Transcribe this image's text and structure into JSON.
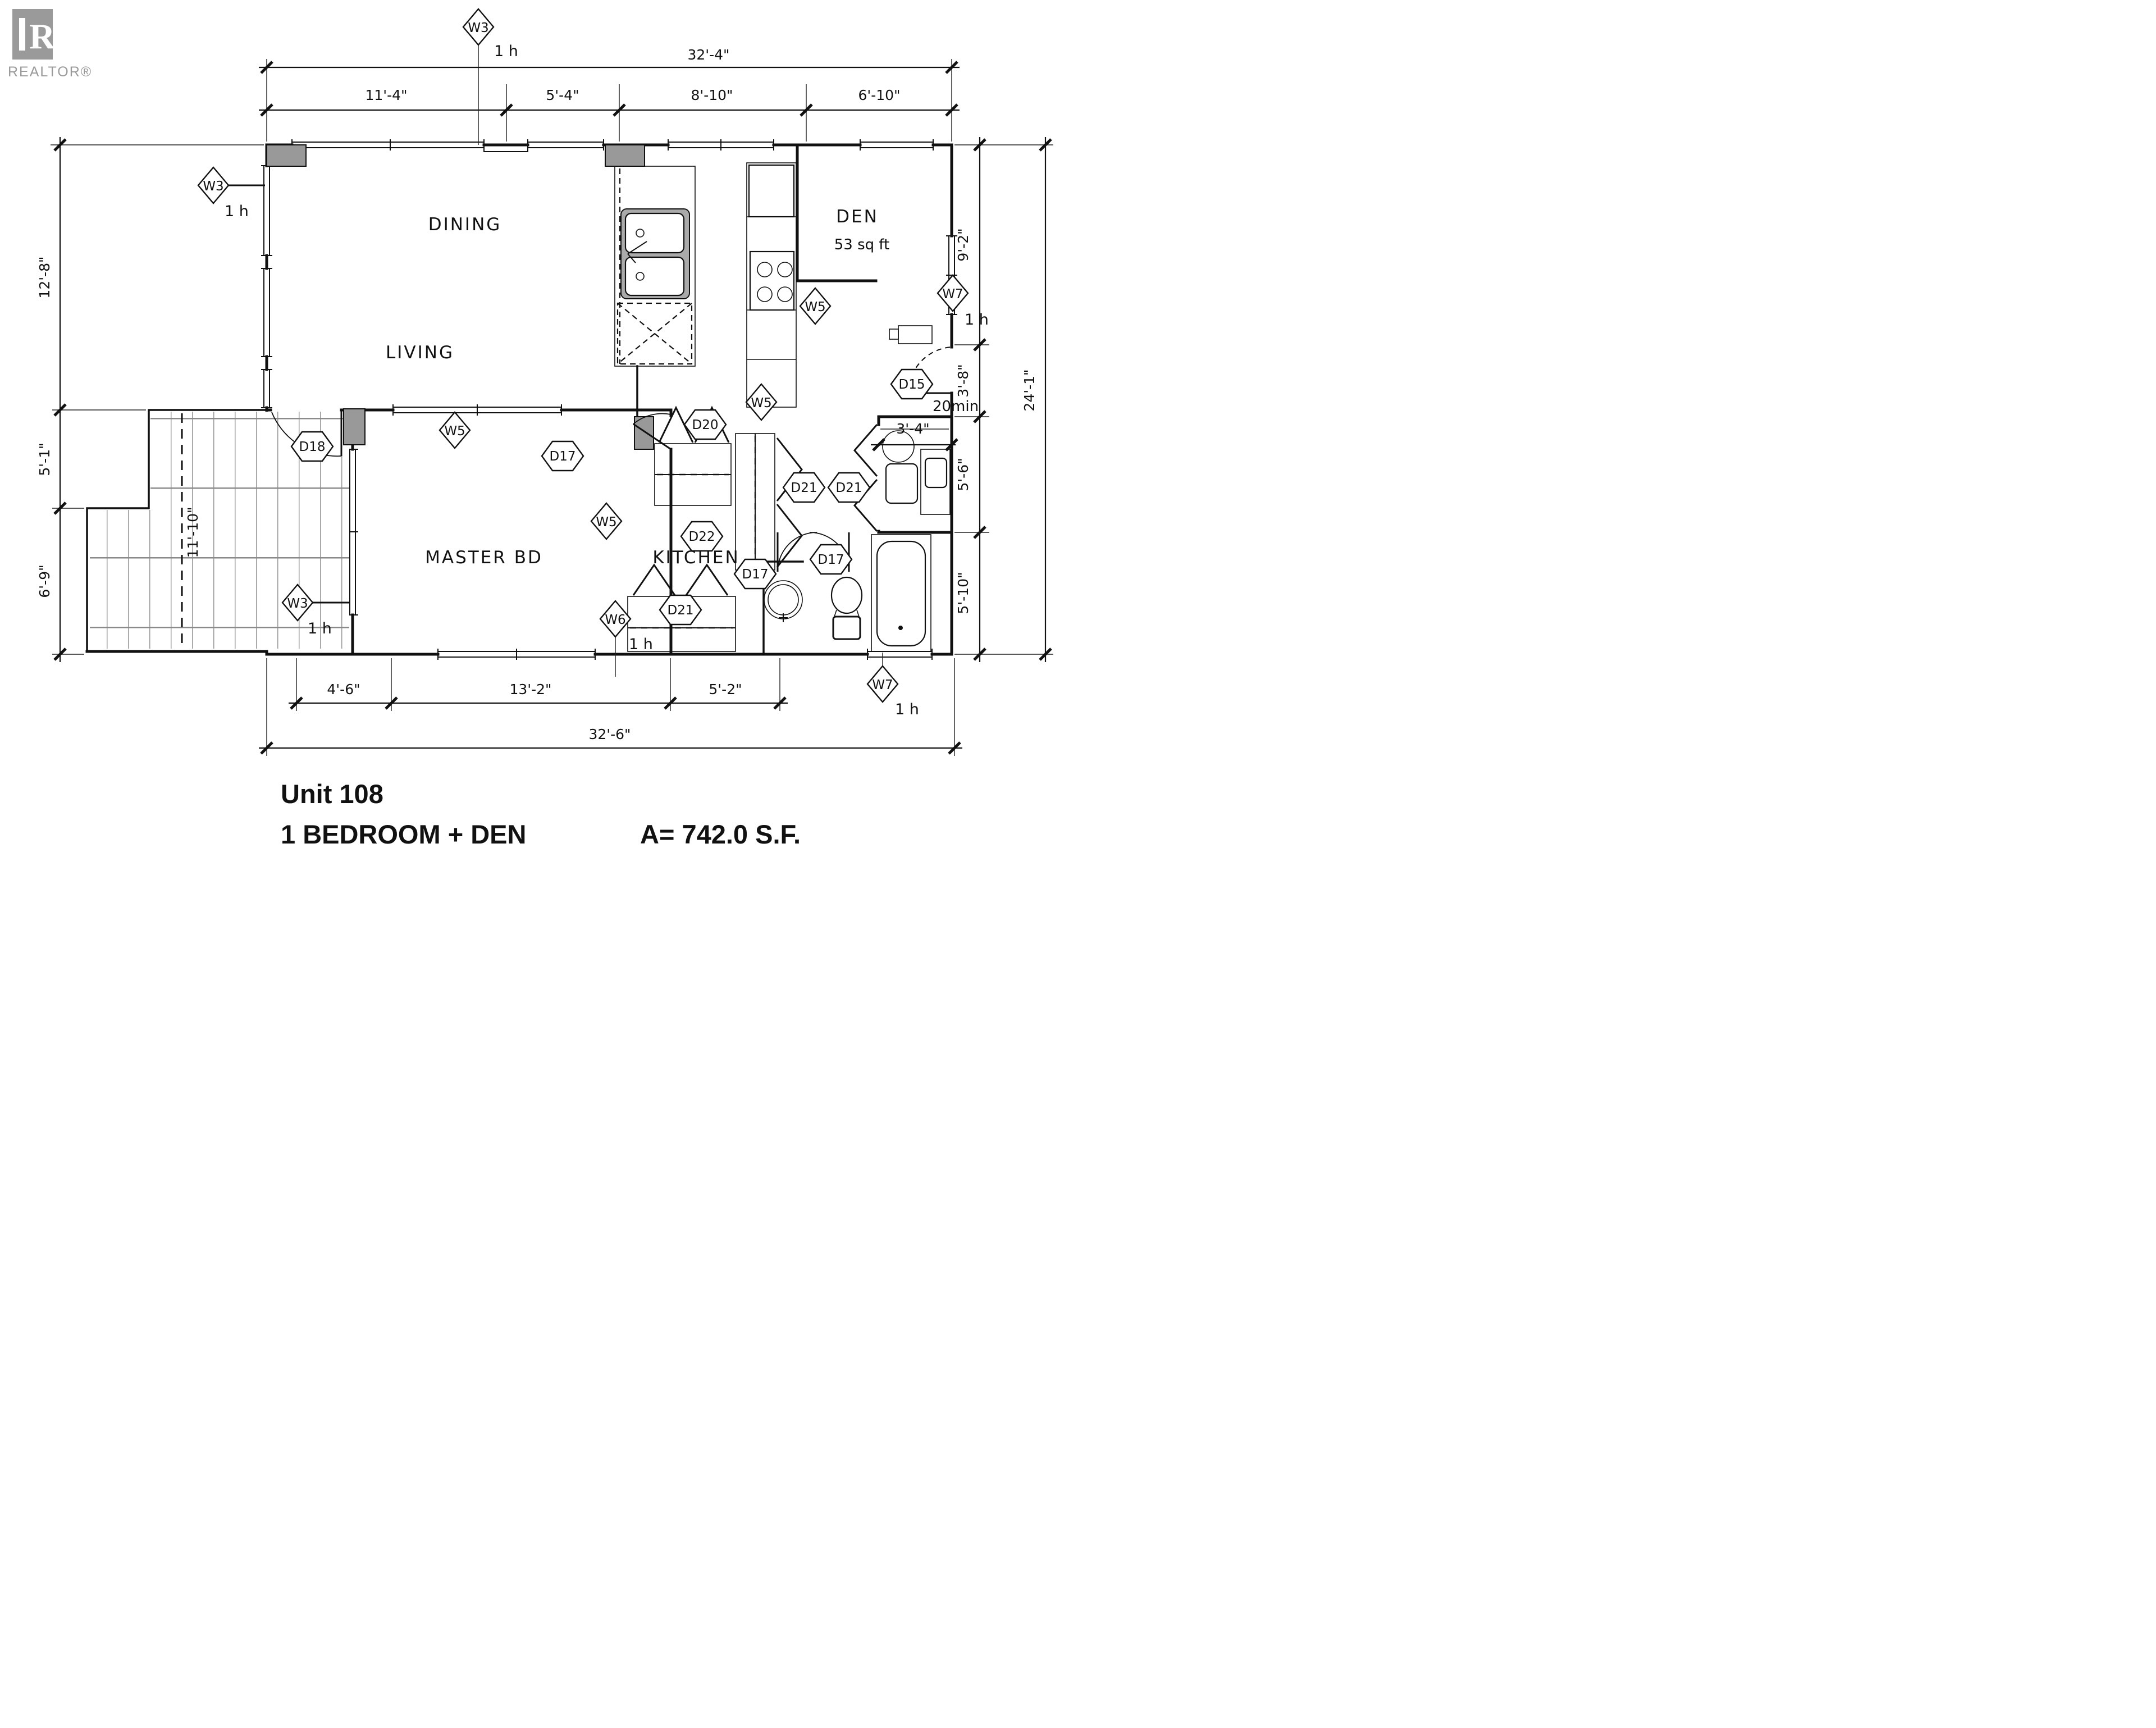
{
  "logo": {
    "letter": "R",
    "wordmark": "REALTOR®"
  },
  "title": {
    "unit": "Unit 108",
    "type": "1 BEDROOM + DEN",
    "area": "A= 742.0 S.F."
  },
  "rooms": {
    "dining": "DINING",
    "living": "LIVING",
    "master": "MASTER BD",
    "kitchen": "KITCHEN",
    "den": "DEN",
    "den_area": "53 sq ft"
  },
  "annotations": {
    "door_rating": "20min",
    "patio_depth": "11'-10\""
  },
  "dims": {
    "top_overall": "32'-4\"",
    "top_1": "11'-4\"",
    "top_2": "5'-4\"",
    "top_3": "8'-10\"",
    "top_4": "6'-10\"",
    "left_1": "12'-8\"",
    "left_2": "5'-1\"",
    "left_3": "6'-9\"",
    "right_1": "9'-2\"",
    "right_2": "3'-8\"",
    "right_3": "5'-6\"",
    "right_4": "5'-10\"",
    "right_overall": "24'-1\"",
    "bottom_1": "4'-6\"",
    "bottom_2": "13'-2\"",
    "bottom_3": "5'-2\"",
    "bottom_overall": "32'-6\"",
    "toilet_room": "3'-4\""
  },
  "tags": {
    "w3_top": {
      "label": "W3",
      "sub": "1 h"
    },
    "w3_left": {
      "label": "W3",
      "sub": "1 h"
    },
    "w3_patio": {
      "label": "W3",
      "sub": "1 h"
    },
    "w5_den": {
      "label": "W5"
    },
    "w5_master": {
      "label": "W5"
    },
    "w5_closet": {
      "label": "W5"
    },
    "w5_hall": {
      "label": "W5"
    },
    "w6_master": {
      "label": "W6",
      "sub": "1 h"
    },
    "w7_den": {
      "label": "W7",
      "sub": "1 h"
    },
    "w7_bath": {
      "label": "W7",
      "sub": "1 h"
    },
    "d15_entry": {
      "label": "D15"
    },
    "d17_master": {
      "label": "D17"
    },
    "d17_bath_a": {
      "label": "D17"
    },
    "d17_bath_b": {
      "label": "D17"
    },
    "d18_patio": {
      "label": "D18"
    },
    "d20_closet": {
      "label": "D20"
    },
    "d21_closet": {
      "label": "D21"
    },
    "d21_toilet": {
      "label": "D21"
    },
    "d21_laundry": {
      "label": "D21"
    },
    "d22_kitchen": {
      "label": "D22"
    }
  },
  "colors": {
    "wall": "#111111",
    "post": "#999999",
    "tile_line": "#9a9a9a",
    "logo": "#9a9a9a"
  }
}
